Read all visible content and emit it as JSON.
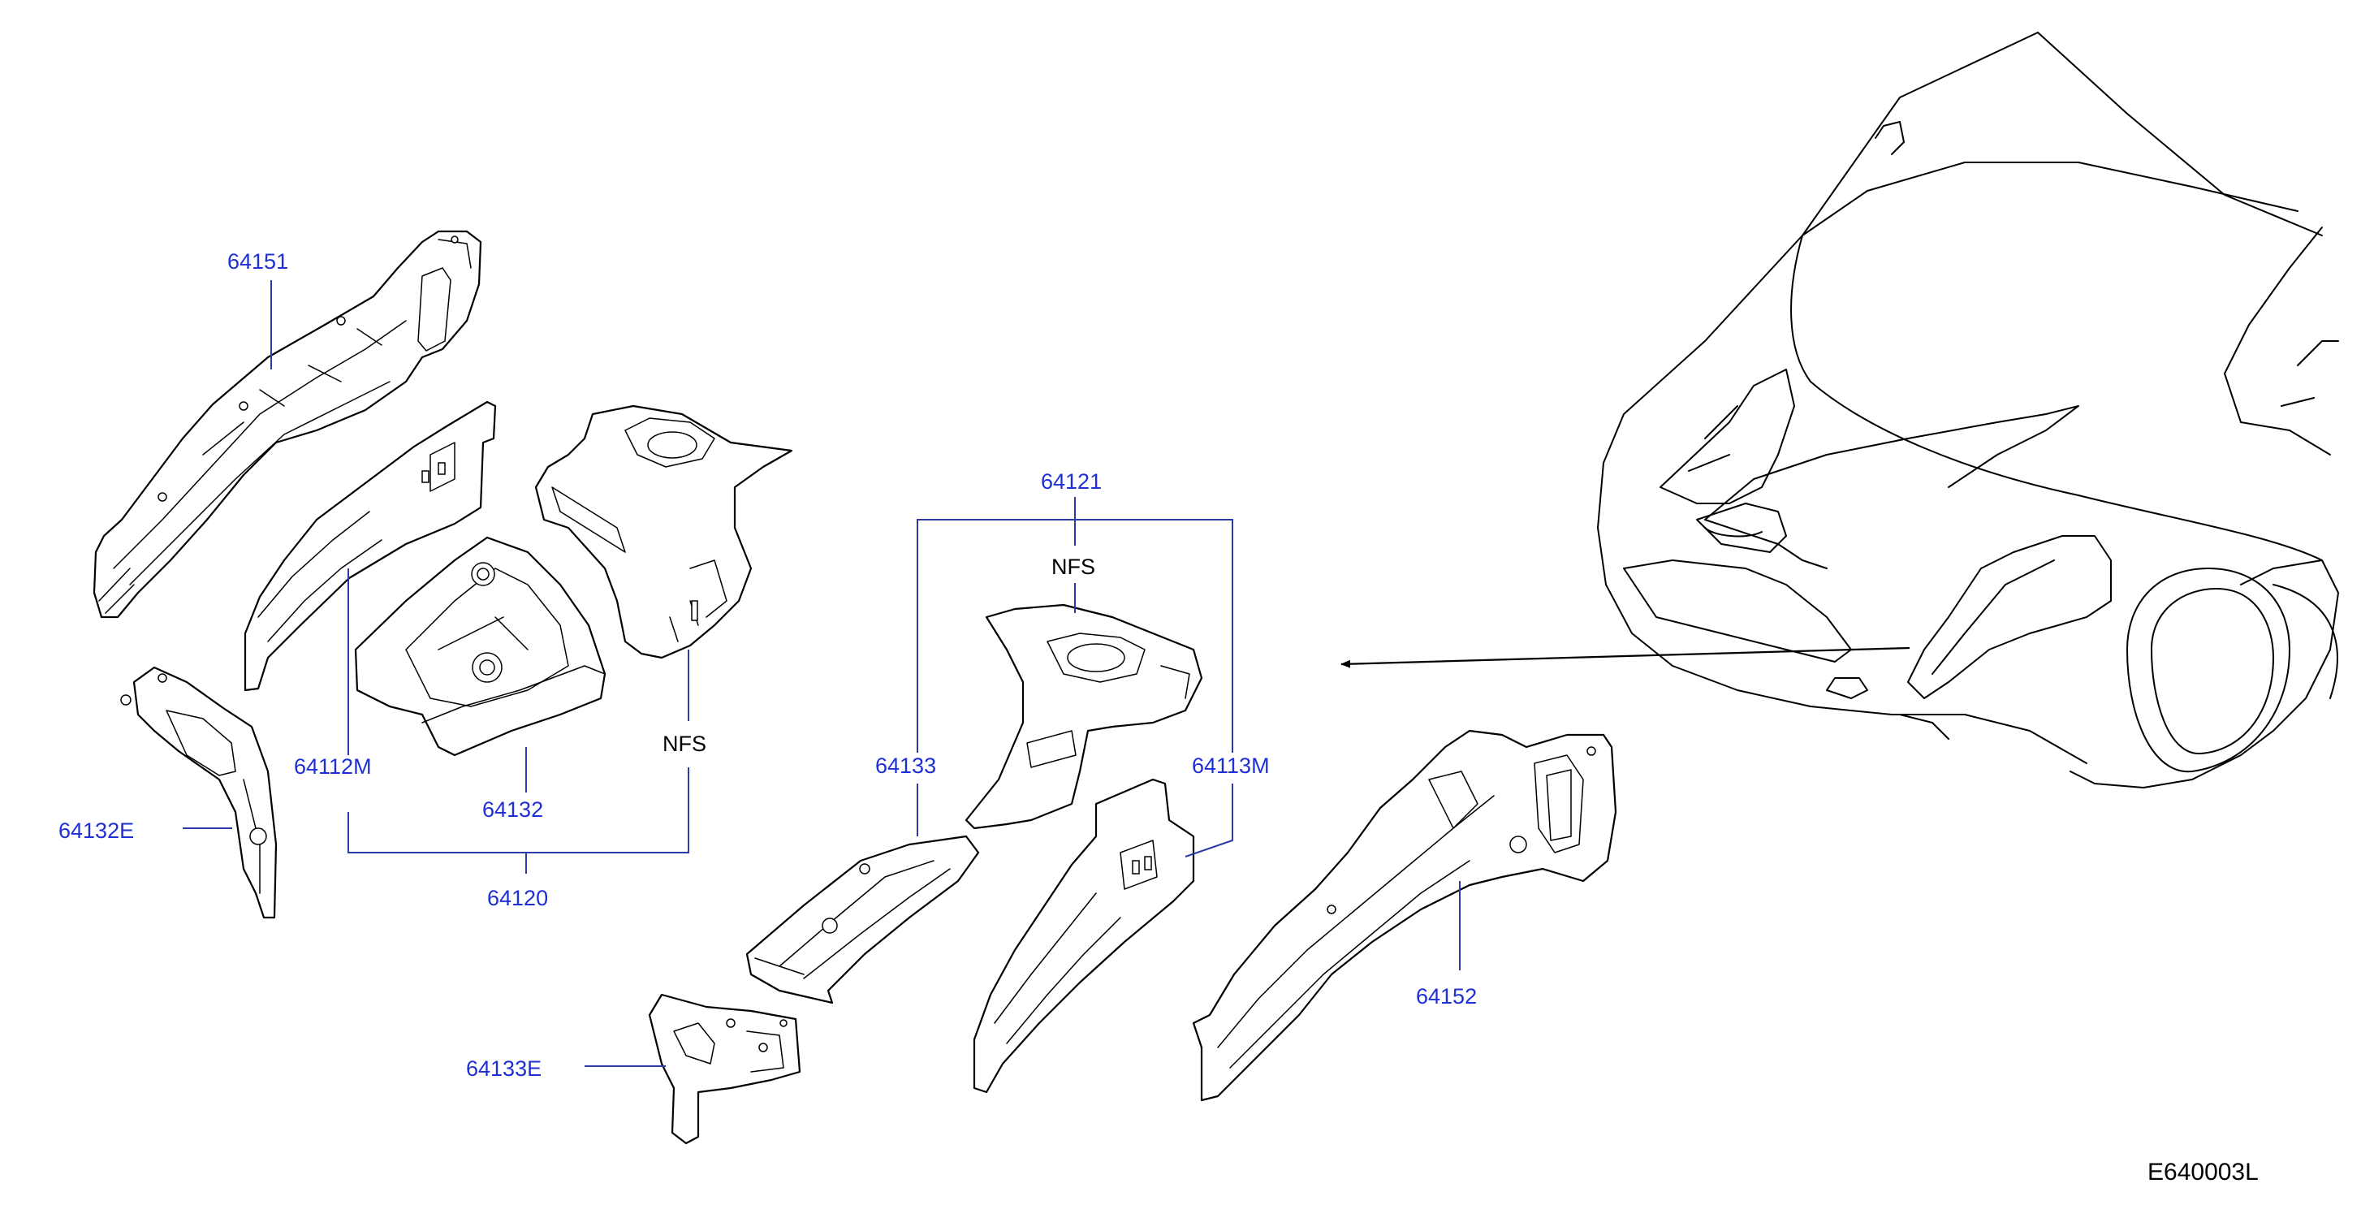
{
  "colors": {
    "part_number": "#1e2fd6",
    "note": "#000000",
    "line": "#000000",
    "leader": "#2b3aa8"
  },
  "labels": {
    "p64151": "64151",
    "p64112M": "64112M",
    "p64132E": "64132E",
    "p64132": "64132",
    "p64120": "64120",
    "nfs_left": "NFS",
    "p64121": "64121",
    "nfs_right": "NFS",
    "p64133": "64133",
    "p64113M": "64113M",
    "p64133E": "64133E",
    "p64152": "64152"
  },
  "figure_code": "E640003L"
}
